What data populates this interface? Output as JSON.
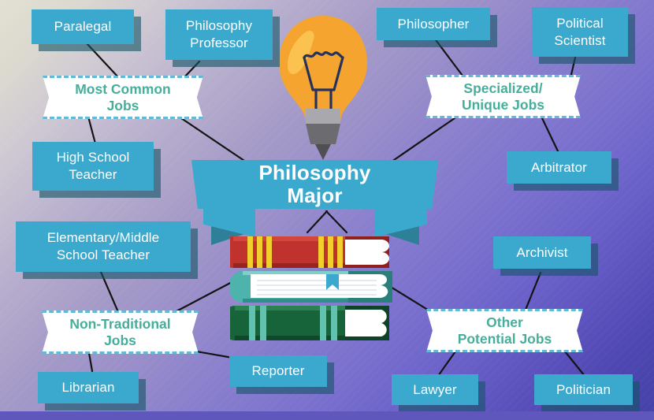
{
  "title": "Philosophy Major Career Mind Map",
  "center": {
    "banner_line1": "Philosophy",
    "banner_line2": "Major",
    "bulb_icon": "lightbulb-icon",
    "books_icon": "stacked-books-icon"
  },
  "colors": {
    "box_fill": "#3ba8cd",
    "box_shadow": "#2c6a7f",
    "ribbon_bg": "#ffffff",
    "ribbon_text": "#46ae9a",
    "ribbon_border": "#63b9da",
    "banner_fill": "#3ba8cd",
    "banner_text": "#ffffff",
    "line_color": "#101010",
    "bulb_glass": "#f5a430",
    "bulb_highlight": "#fbc24f",
    "bulb_base_light": "#a9a9ad",
    "bulb_base_dark": "#6b6b70",
    "book_red": "#c0322e",
    "book_teal": "#4fb3ad",
    "book_green": "#17643a",
    "bg_start": "#e2e0d2",
    "bg_mid": "#9b90c9",
    "bg_end": "#4442a8"
  },
  "categories": [
    {
      "id": "most-common-jobs",
      "label_line1": "Most Common",
      "label_line2": "Jobs",
      "jobs": [
        "Paralegal",
        "Philosophy Professor",
        "High School Teacher"
      ]
    },
    {
      "id": "specialized-unique-jobs",
      "label_line1": "Specialized/",
      "label_line2": "Unique Jobs",
      "jobs": [
        "Philosopher",
        "Political Scientist",
        "Arbitrator"
      ]
    },
    {
      "id": "non-traditional-jobs",
      "label_line1": "Non-Traditional",
      "label_line2": "Jobs",
      "jobs": [
        "Elementary/Middle School Teacher",
        "Librarian",
        "Reporter"
      ]
    },
    {
      "id": "other-potential-jobs",
      "label_line1": "Other",
      "label_line2": "Potential Jobs",
      "jobs": [
        "Archivist",
        "Lawyer",
        "Politician"
      ]
    }
  ],
  "boxes": {
    "paralegal": "Paralegal",
    "philosophy_professor_l1": "Philosophy",
    "philosophy_professor_l2": "Professor",
    "philosopher": "Philosopher",
    "political_scientist_l1": "Political",
    "political_scientist_l2": "Scientist",
    "high_school_teacher_l1": "High School",
    "high_school_teacher_l2": "Teacher",
    "arbitrator": "Arbitrator",
    "elementary_teacher_l1": "Elementary/Middle",
    "elementary_teacher_l2": "School Teacher",
    "archivist": "Archivist",
    "librarian": "Librarian",
    "reporter": "Reporter",
    "lawyer": "Lawyer",
    "politician": "Politician"
  },
  "ribbons": {
    "most_common_l1": "Most Common",
    "most_common_l2": "Jobs",
    "specialized_l1": "Specialized/",
    "specialized_l2": "Unique Jobs",
    "nontraditional_l1": "Non-Traditional",
    "nontraditional_l2": "Jobs",
    "other_l1": "Other",
    "other_l2": "Potential Jobs"
  }
}
